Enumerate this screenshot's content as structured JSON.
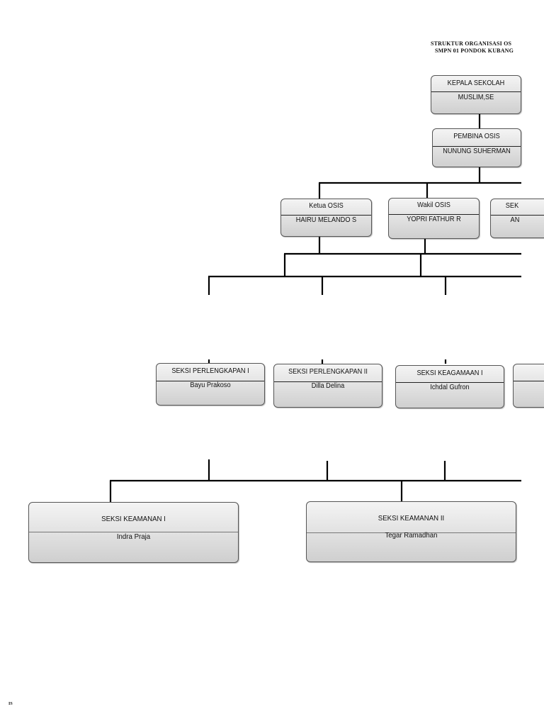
{
  "header": {
    "title_line1": "STRUKTUR ORGANISASI OS",
    "title_line2": "SMPN 01 PONDOK KUBANG"
  },
  "nodes": {
    "kepala_sekolah": {
      "role": "KEPALA SEKOLAH",
      "name": "MUSLIM,SE"
    },
    "pembina_osis": {
      "role": "PEMBINA OSIS",
      "name": "NUNUNG SUHERMAN"
    },
    "ketua_osis": {
      "role": "Ketua OSIS",
      "name": "HAIRU MELANDO S"
    },
    "wakil_osis": {
      "role": "Wakil OSIS",
      "name": "YOPRI FATHUR R"
    },
    "sekretaris": {
      "role": "SEK",
      "name": "AN"
    },
    "seksi_perlengkapan_1": {
      "role": "SEKSI PERLENGKAPAN I",
      "name": "Bayu Prakoso"
    },
    "seksi_perlengkapan_2": {
      "role": "SEKSI PERLENGKAPAN II",
      "name": "Dilla Delina"
    },
    "seksi_keagamaan_1": {
      "role": "SEKSI KEAGAMAAN I",
      "name": "Ichdal Gufron"
    },
    "seksi_keamanan_1": {
      "role": "SEKSI KEAMANAN I",
      "name": "Indra Praja"
    },
    "seksi_keamanan_2": {
      "role": "SEKSI KEAMANAN II",
      "name": "Tegar Ramadhan"
    }
  },
  "footer": {
    "mark": "IS"
  }
}
